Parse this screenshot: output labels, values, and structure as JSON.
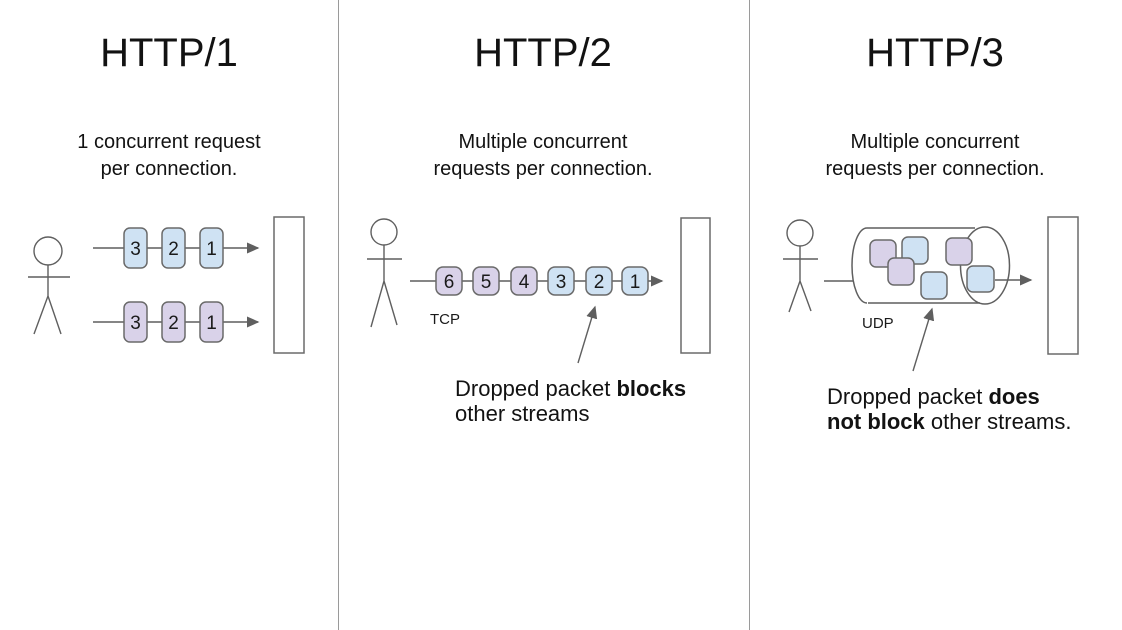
{
  "colors": {
    "packet_blue": "#cfe2f3",
    "packet_purple": "#d9d2e9",
    "line_stroke": "#5f5f5f",
    "divider": "#9a9a9a"
  },
  "columns": [
    {
      "title": "HTTP/1",
      "subtitle_line1": "1 concurrent request",
      "subtitle_line2": "per connection.",
      "rows": [
        {
          "packets": [
            {
              "label": "3",
              "fill": "#cfe2f3"
            },
            {
              "label": "2",
              "fill": "#cfe2f3"
            },
            {
              "label": "1",
              "fill": "#cfe2f3"
            }
          ]
        },
        {
          "packets": [
            {
              "label": "3",
              "fill": "#d9d2e9"
            },
            {
              "label": "2",
              "fill": "#d9d2e9"
            },
            {
              "label": "1",
              "fill": "#d9d2e9"
            }
          ]
        }
      ]
    },
    {
      "title": "HTTP/2",
      "subtitle_line1": "Multiple concurrent",
      "subtitle_line2": "requests per connection.",
      "protocol_label": "TCP",
      "packets": [
        {
          "label": "6",
          "fill": "#d9d2e9"
        },
        {
          "label": "5",
          "fill": "#d9d2e9"
        },
        {
          "label": "4",
          "fill": "#d9d2e9"
        },
        {
          "label": "3",
          "fill": "#cfe2f3"
        },
        {
          "label": "2",
          "fill": "#cfe2f3"
        },
        {
          "label": "1",
          "fill": "#cfe2f3"
        }
      ],
      "annotation": {
        "line1": [
          {
            "text": "Dropped packet "
          },
          {
            "text": "blocks",
            "bold": true
          }
        ],
        "line2": [
          {
            "text": "other streams"
          }
        ]
      }
    },
    {
      "title": "HTTP/3",
      "subtitle_line1": "Multiple concurrent",
      "subtitle_line2": "requests per connection.",
      "protocol_label": "UDP",
      "packets": [
        {
          "fill": "#d9d2e9"
        },
        {
          "fill": "#cfe2f3"
        },
        {
          "fill": "#d9d2e9"
        },
        {
          "fill": "#d9d2e9"
        },
        {
          "fill": "#cfe2f3"
        },
        {
          "fill": "#cfe2f3"
        }
      ],
      "annotation": {
        "line1": [
          {
            "text": "Dropped packet "
          },
          {
            "text": "does",
            "bold": true
          }
        ],
        "line2": [
          {
            "text": "not block",
            "bold": true
          },
          {
            "text": " other streams."
          }
        ]
      }
    }
  ]
}
